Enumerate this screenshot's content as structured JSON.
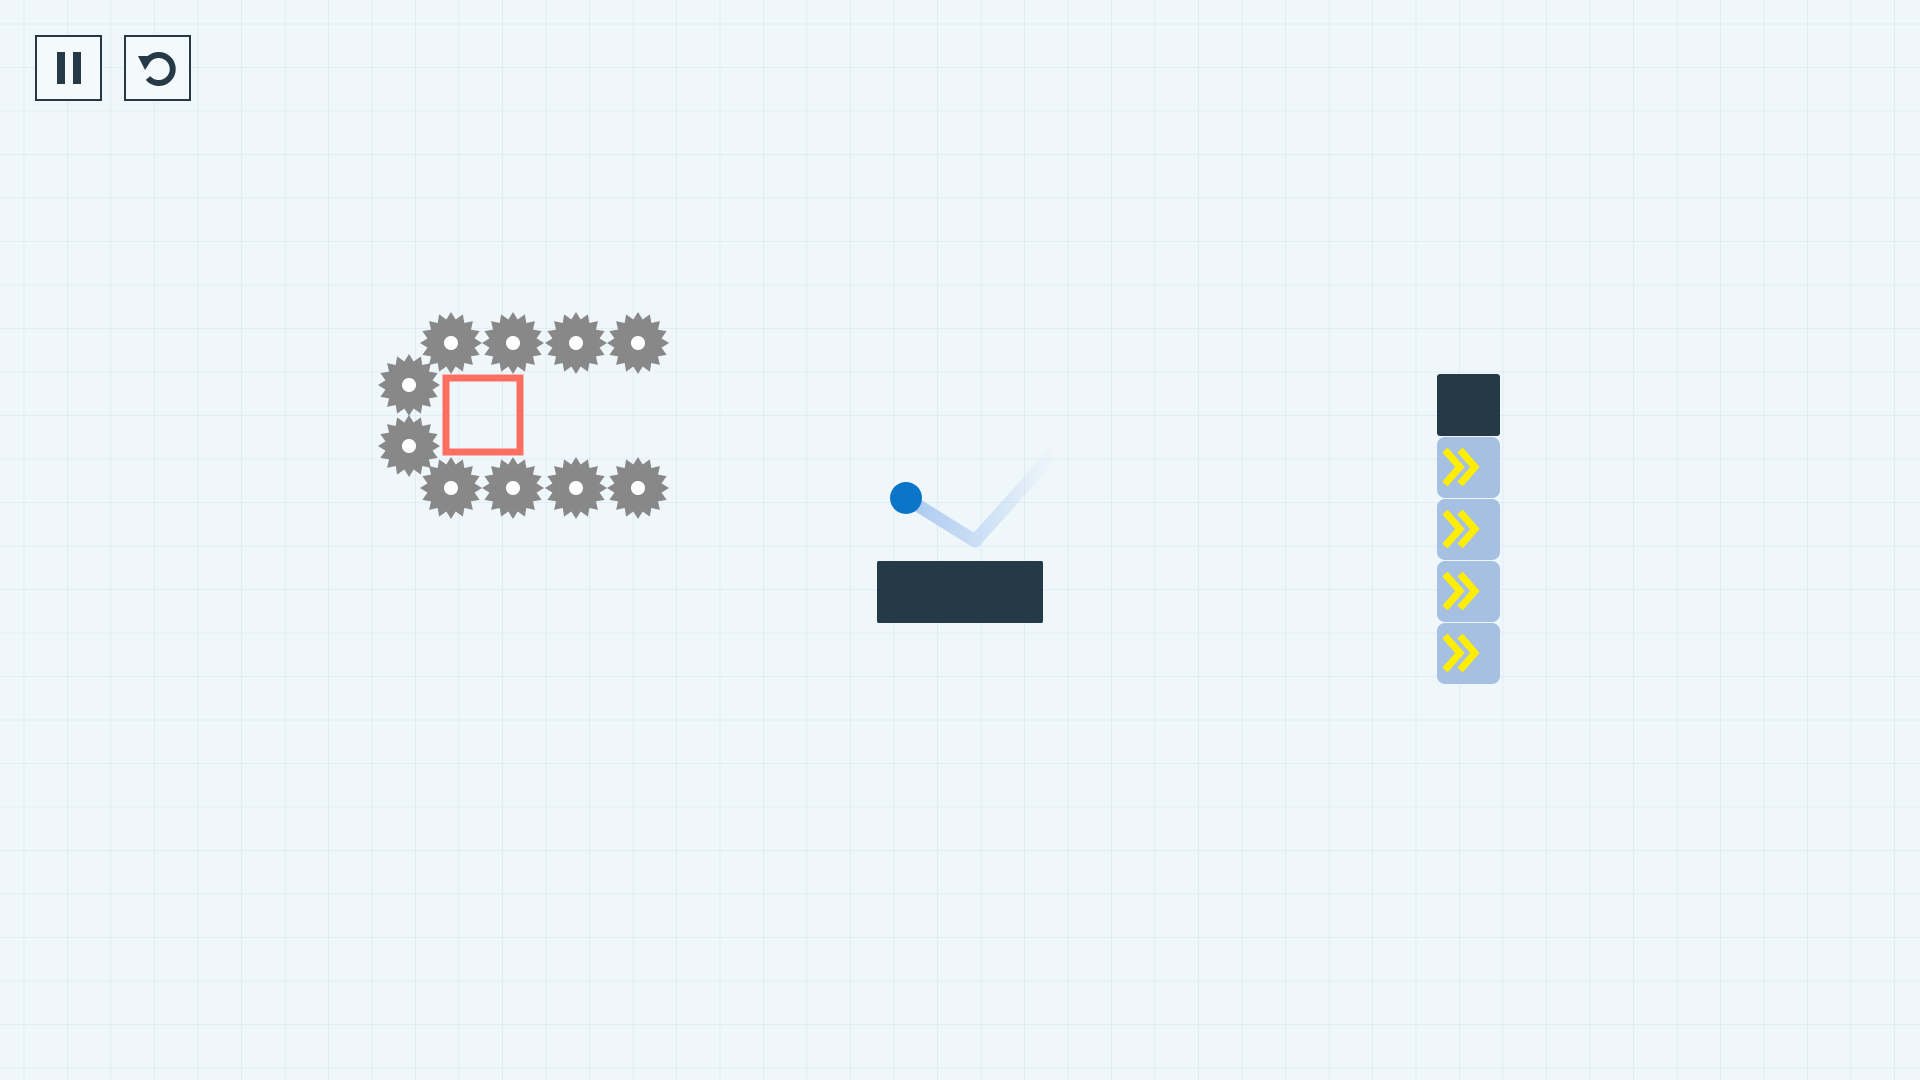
{
  "hud": {
    "pause_button": {
      "icon": "pause-icon",
      "action": "pause"
    },
    "restart_button": {
      "icon": "restart-icon",
      "action": "restart"
    }
  },
  "colors": {
    "background": "#f0f7fa",
    "grid_line": "#d6e6f3",
    "hud_border": "#263946",
    "saw_blade": "#888888",
    "target_box": "#ff6f61",
    "ball": "#0a75c9",
    "aim_trail": "#a9c8f0",
    "platform": "#263946",
    "conveyor_block": "#a6c0e2",
    "conveyor_arrow": "#ffee00"
  },
  "level": {
    "saw_blades": [
      {
        "row": "top",
        "index": 1
      },
      {
        "row": "top",
        "index": 2
      },
      {
        "row": "top",
        "index": 3
      },
      {
        "row": "top",
        "index": 4
      },
      {
        "row": "left",
        "index": 1
      },
      {
        "row": "left",
        "index": 2
      },
      {
        "row": "bottom",
        "index": 1
      },
      {
        "row": "bottom",
        "index": 2
      },
      {
        "row": "bottom",
        "index": 3
      },
      {
        "row": "bottom",
        "index": 4
      }
    ],
    "target": {
      "shape": "hollow-square"
    },
    "ball": {
      "state": "aiming"
    },
    "platform": {
      "shape": "rectangle"
    },
    "tower": {
      "cap_block": {
        "shape": "solid-square"
      },
      "booster_blocks": [
        {
          "direction": "right",
          "icon": "double-chevron-right-icon"
        },
        {
          "direction": "right",
          "icon": "double-chevron-right-icon"
        },
        {
          "direction": "right",
          "icon": "double-chevron-right-icon"
        },
        {
          "direction": "right",
          "icon": "double-chevron-right-icon"
        }
      ]
    }
  }
}
